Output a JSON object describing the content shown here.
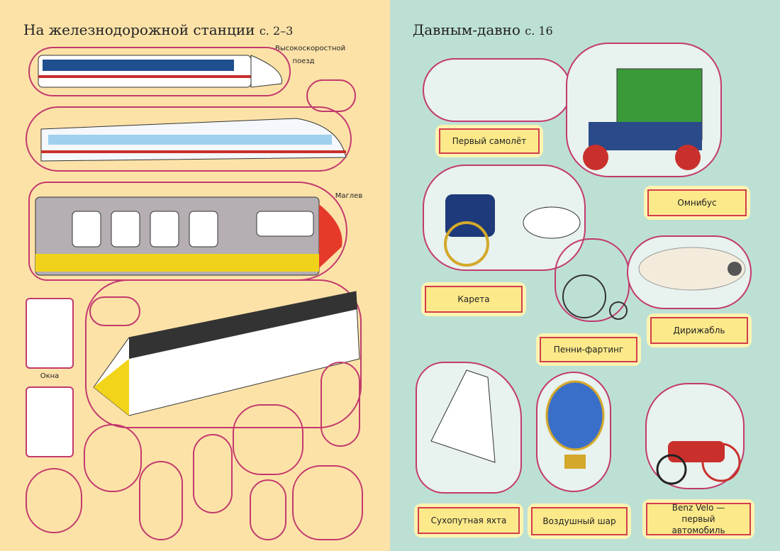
{
  "left_page": {
    "title": "На железнодорожной станции",
    "page_ref": "с. 2–3",
    "labels": {
      "high_speed": "Высокоскоростной поезд",
      "maglev": "Маглев",
      "windows": "Окна"
    }
  },
  "right_page": {
    "title": "Давным-давно",
    "page_ref": "с. 16",
    "labels": {
      "airplane": "Первый самолёт",
      "omnibus": "Омнибус",
      "carriage": "Карета",
      "airship": "Дирижабль",
      "penny": "Пенни-фартинг",
      "land_yacht": "Сухопутная яхта",
      "balloon": "Воздушный шар",
      "benz": "Benz Velo — первый автомобиль"
    }
  },
  "colors": {
    "left_bg": "#fde2a8",
    "right_bg": "#bde0d5",
    "outline": "#c23a6e",
    "label_fill": "#fbe98a",
    "label_border": "#d33d4c"
  }
}
